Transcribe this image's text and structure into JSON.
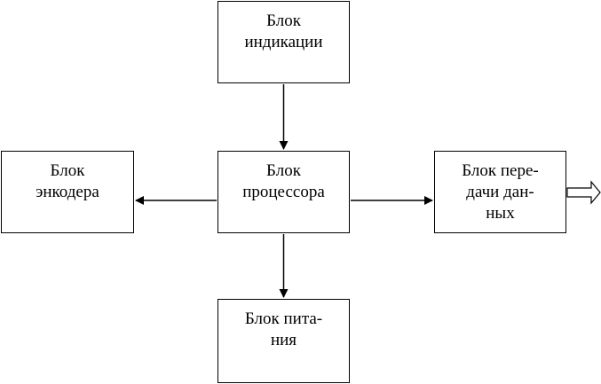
{
  "blocks": {
    "indication": {
      "label": "Блок\nиндикации"
    },
    "encoder": {
      "label": "Блок\nэнкодера"
    },
    "processor": {
      "label": "Блок\nпроцессора"
    },
    "transmit": {
      "label": "Блок пере-\nдачи дан-\nных"
    },
    "power": {
      "label": "Блок пита-\nния"
    }
  },
  "connections": [
    {
      "from": "indication",
      "to": "processor"
    },
    {
      "from": "processor",
      "to": "encoder"
    },
    {
      "from": "processor",
      "to": "transmit"
    },
    {
      "from": "processor",
      "to": "power"
    },
    {
      "from": "transmit",
      "to": "external-output",
      "style": "hollow-arrow"
    }
  ],
  "colors": {
    "stroke": "#000000",
    "background": "#ffffff"
  }
}
